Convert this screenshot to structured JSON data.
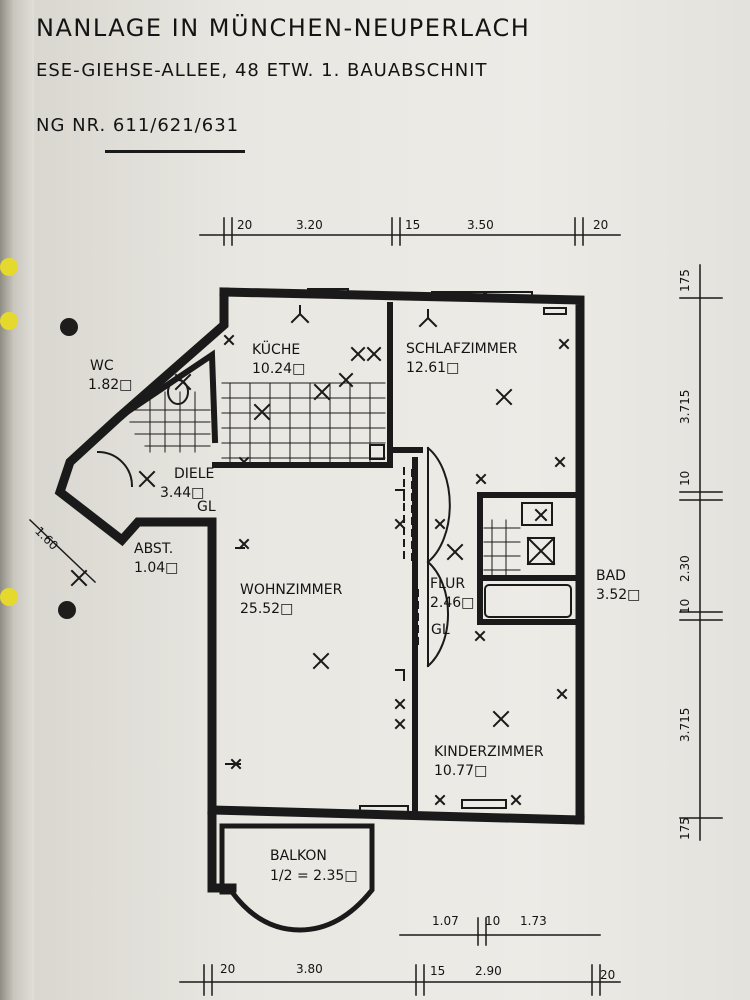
{
  "header": {
    "line1": "NANLAGE IN MÜNCHEN-NEUPERLACH",
    "line2": "ESE-GIEHSE-ALLEE, 48 ETW.   1. BAUABSCHNIT",
    "line3": "NG NR. 611/621/631"
  },
  "rooms": [
    {
      "name": "WC",
      "area": "1.82"
    },
    {
      "name": "KÜCHE",
      "area": "10.24"
    },
    {
      "name": "SCHLAFZIMMER",
      "area": "12.61"
    },
    {
      "name": "DIELE",
      "area": "3.44"
    },
    {
      "name": "ABST.",
      "area": "1.04"
    },
    {
      "name": "WOHNZIMMER",
      "area": "25.52"
    },
    {
      "name": "FLUR",
      "area": "2.46"
    },
    {
      "name": "BAD",
      "area": "3.52"
    },
    {
      "name": "KINDERZIMMER",
      "area": "10.77"
    },
    {
      "name": "BALKON",
      "area": "1/2 = 2.35"
    }
  ],
  "marks": {
    "gl": "GL",
    "diagonal": "1.60"
  },
  "dims": {
    "top": [
      "20",
      "3.20",
      "15",
      "3.50",
      "20"
    ],
    "right": [
      "175",
      "3.715",
      "10",
      "2.30",
      "10",
      "3.715",
      "175"
    ],
    "bottom_upper": [
      "1.07",
      "10",
      "1.73"
    ],
    "bottom_lower": [
      "20",
      "3.80",
      "15",
      "2.90",
      "20"
    ]
  }
}
